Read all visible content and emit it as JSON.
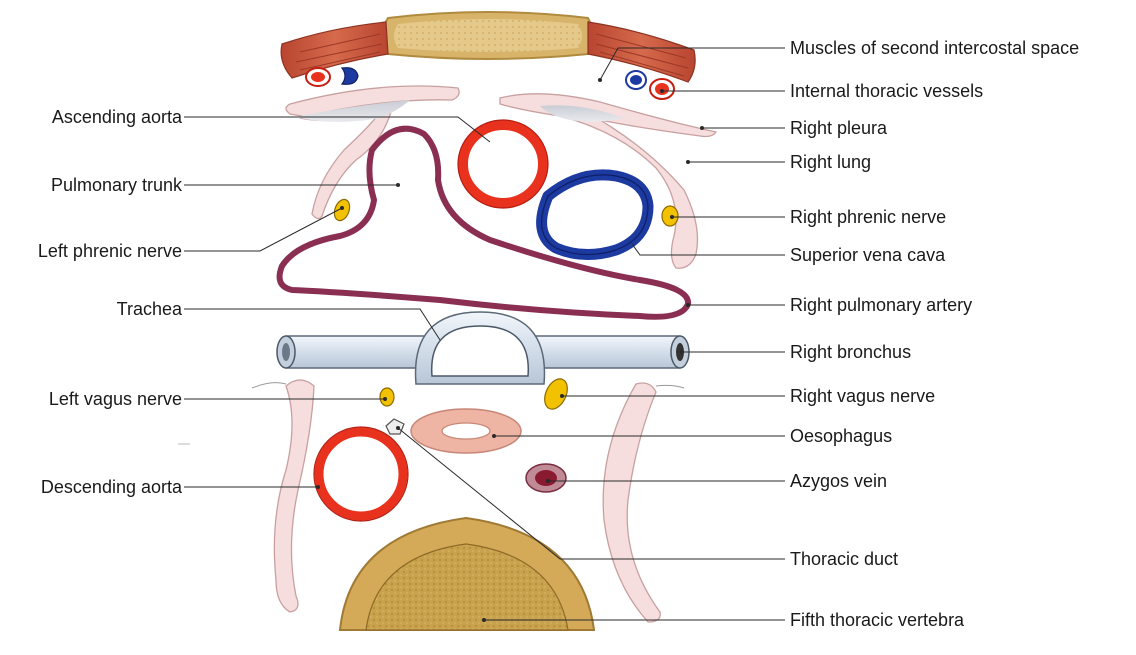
{
  "labels_left": {
    "ascending_aorta": "Ascending aorta",
    "pulmonary_trunk": "Pulmonary trunk",
    "left_phrenic_nerve": "Left phrenic nerve",
    "trachea": "Trachea",
    "left_vagus_nerve": "Left vagus nerve",
    "descending_aorta": "Descending aorta"
  },
  "labels_right": {
    "muscles_second_intercostal_space": "Muscles of second intercostal space",
    "internal_thoracic_vessels": "Internal thoracic vessels",
    "right_pleura": "Right pleura",
    "right_lung": "Right lung",
    "right_phrenic_nerve": "Right phrenic nerve",
    "superior_vena_cava": "Superior vena cava",
    "right_pulmonary_artery": "Right pulmonary artery",
    "right_bronchus": "Right bronchus",
    "right_vagus_nerve": "Right vagus nerve",
    "oesophagus": "Oesophagus",
    "azygos_vein": "Azygos vein",
    "thoracic_duct": "Thoracic duct",
    "fifth_thoracic_vertebra": "Fifth thoracic vertebra"
  },
  "colors": {
    "aorta_red": "#e8321e",
    "vena_cava_blue": "#1d3aa0",
    "pulmonary_purple": "#8a2f52",
    "nerve_yellow": "#f2c200",
    "muscle": "#c8543a",
    "bone": "#d4aa58",
    "pleura_pink": "#f6dede",
    "bronchus_blue": "#dfe8f2"
  }
}
